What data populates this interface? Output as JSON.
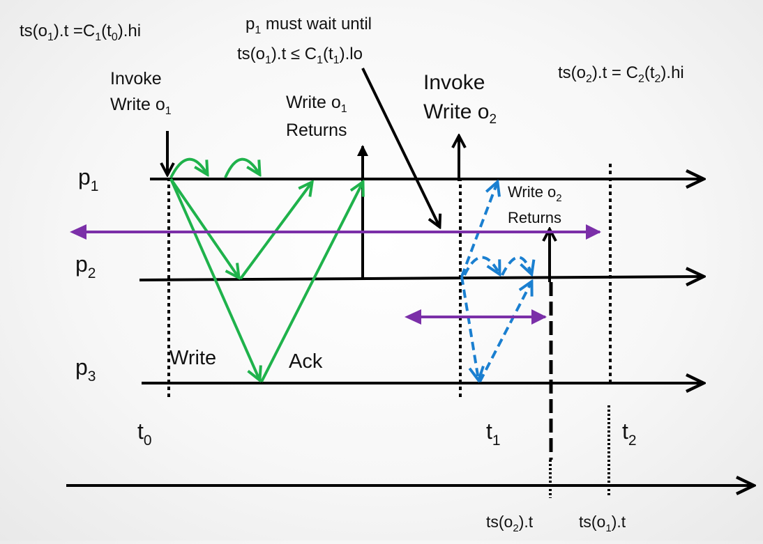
{
  "annotations": {
    "ts_o1_main": "ts(o",
    "ts_o1_sub": "1",
    "ts_o1_mid": ").t =C",
    "ts_o1_sub2": "1",
    "ts_o1_mid2": "(t",
    "ts_o1_sub3": "0",
    "ts_o1_end": ").hi",
    "wait_line1_a": "p",
    "wait_line1_sub": "1",
    "wait_line1_b": " must wait until",
    "wait_line2_a": "ts(o",
    "wait_line2_sub1": "1",
    "wait_line2_b": ").t ≤ C",
    "wait_line2_sub2": "1",
    "wait_line2_c": "(t",
    "wait_line2_sub3": "1",
    "wait_line2_d": ").lo",
    "ts_o2_a": "ts(o",
    "ts_o2_sub1": "2",
    "ts_o2_b": ").t = C",
    "ts_o2_sub2": "2",
    "ts_o2_c": "(t",
    "ts_o2_sub3": "2",
    "ts_o2_d": ").hi"
  },
  "labels": {
    "invoke1_l1": "Invoke",
    "invoke1_l2": "Write o",
    "invoke1_sub": "1",
    "returns1_l1": "Write o",
    "returns1_sub": "1",
    "returns1_l2": "Returns",
    "invoke2_l1": "Invoke",
    "invoke2_l2": "Write o",
    "invoke2_sub": "2",
    "returns2_l1": "Write o",
    "returns2_sub": "2",
    "returns2_l2": "Returns",
    "write": "Write",
    "ack": "Ack"
  },
  "processes": [
    {
      "base": "p",
      "sub": "1"
    },
    {
      "base": "p",
      "sub": "2"
    },
    {
      "base": "p",
      "sub": "3"
    }
  ],
  "times": {
    "t0_base": "t",
    "t0_sub": "0",
    "t1_base": "t",
    "t1_sub": "1",
    "t2_base": "t",
    "t2_sub": "2"
  },
  "bottom": {
    "ts_o2_a": "ts(o",
    "ts_o2_sub": "2",
    "ts_o2_b": ").t",
    "ts_o1_a": "ts(o",
    "ts_o1_sub": "1",
    "ts_o1_b": ").t"
  },
  "colors": {
    "black": "#000000",
    "green": "#1fb24b",
    "blue": "#1a7fd0",
    "purple": "#7b2fa8"
  }
}
